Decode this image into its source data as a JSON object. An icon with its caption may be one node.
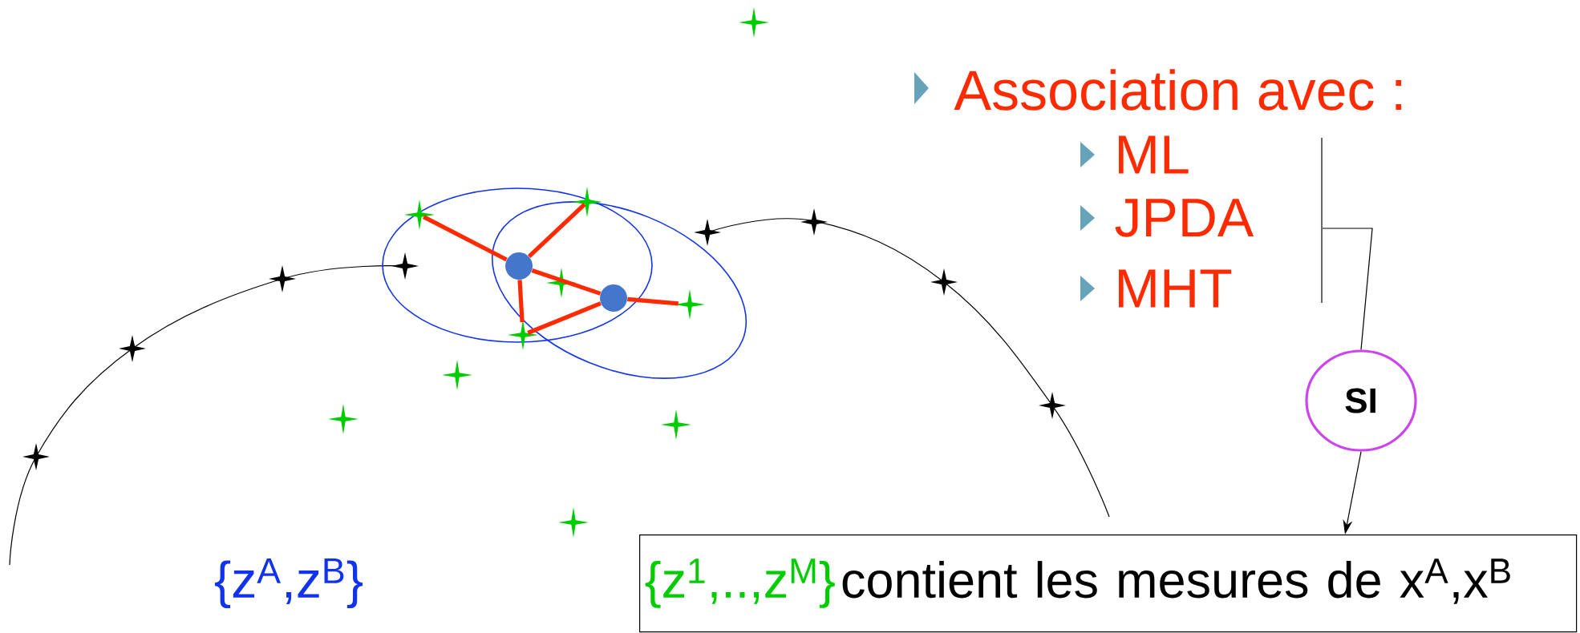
{
  "diagram": {
    "nodes": [
      {
        "text": [],
        "shape": "bar"
      },
      {
        "text": [
          "SI"
        ]
      },
      {
        "text": [
          "{z$^{1}$,..,z$^{M}$}",
          "contient les mesures de x$^{A}$,x$^{B}$"
        ]
      },
      {
        "text": [],
        "shape": "circle"
      },
      {
        "text": [],
        "shape": "circle"
      },
      {
        "text": [],
        "shape": "star"
      },
      {
        "text": [],
        "shape": "star"
      },
      {
        "text": [],
        "shape": "star"
      },
      {
        "text": [],
        "shape": "star"
      },
      {
        "text": [],
        "shape": "star"
      },
      {
        "text": [],
        "shape": "star"
      },
      {
        "text": [],
        "shape": "star"
      },
      {
        "text": [],
        "shape": "star"
      },
      {
        "text": [],
        "shape": "star"
      },
      {
        "text": [],
        "shape": "star"
      }
    ],
    "edges": [
      {
        "from": 0,
        "to": 1,
        "arrow": "none",
        "color": "#000000"
      },
      {
        "from": 1,
        "to": 2,
        "arrow": "to",
        "color": "#000000"
      },
      {
        "from": 3,
        "to": 5,
        "arrow": "none",
        "color": "#ff2a00"
      },
      {
        "from": 3,
        "to": 6,
        "arrow": "none",
        "color": "#ff2a00"
      },
      {
        "from": 3,
        "to": 7,
        "arrow": "none",
        "color": "#ff2a00"
      },
      {
        "from": 3,
        "to": 4,
        "arrow": "none",
        "color": "#ff2a00"
      },
      {
        "from": 4,
        "to": 8,
        "arrow": "none",
        "color": "#ff2a00"
      },
      {
        "from": 4,
        "to": 7,
        "arrow": "none",
        "color": "#ff2a00"
      }
    ],
    "labels": [
      "Association avec :",
      "ML",
      "JPDA",
      "MHT",
      "{z$^{A}$,z$^{B}$}"
    ]
  }
}
